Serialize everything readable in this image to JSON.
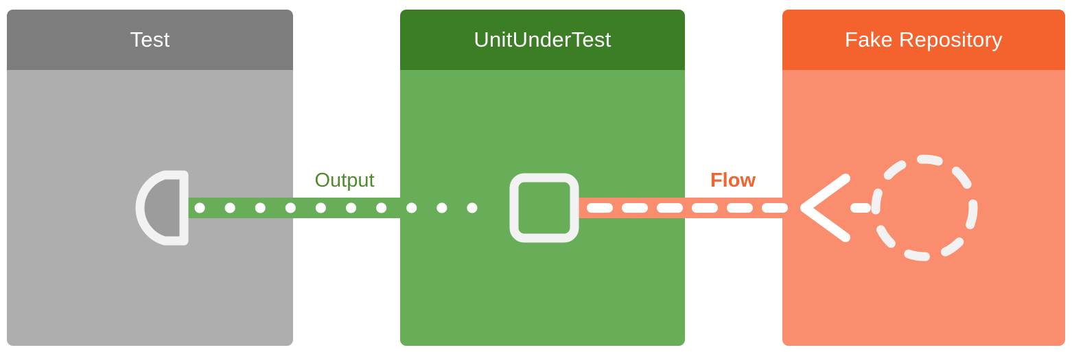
{
  "boxes": [
    {
      "label": "Test"
    },
    {
      "label": "UnitUnderTest"
    },
    {
      "label": "Fake Repository"
    }
  ],
  "connectors": {
    "output": {
      "label": "Output",
      "style": "dotted",
      "from": "UnitUnderTest",
      "to": "Test"
    },
    "flow": {
      "label": "Flow",
      "style": "dashed",
      "from": "Fake Repository",
      "to": "UnitUnderTest"
    }
  },
  "icons": {
    "test": "collector-terminal-icon",
    "unit": "unit-square-icon",
    "repo": "fake-source-dashed-circle-icon",
    "arrow": "left-arrow-icon"
  },
  "colors": {
    "test_header": "#7d7d7d",
    "test_body": "#aeaeae",
    "unit_header": "#3c7e26",
    "unit_body": "#68ae58",
    "repo_header": "#f4622d",
    "repo_body": "#fa8d6d",
    "output_label": "#4f8a2d",
    "flow_label": "#f4622d",
    "icon_stroke": "#f2f2f2",
    "collector_fill": "#9c9c9c",
    "white": "#ffffff"
  }
}
